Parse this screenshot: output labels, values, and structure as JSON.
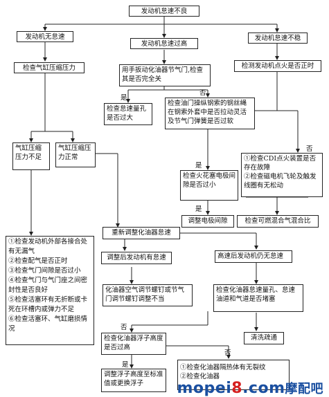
{
  "root": "发动机怠速不良",
  "left": {
    "head": "发动机无怠速",
    "check": "检查气缸压缩压力",
    "low": "气缸压缩压力不足",
    "normal": "气缸压缩压力正常",
    "causes": [
      "①检查发动机外部各接合处有无漏气",
      "②检查配气是否正时",
      "③检查气门间隙是否过小",
      "④检查气门与气门座之间密封性是否良好",
      "⑤检查活塞环有无折断或卡死在环槽内或弹力不足",
      "⑥检查活塞环、气缸磨损情况"
    ]
  },
  "middle": {
    "head": "发动机怠速过高",
    "check": "用手扳动化油器节气门,检查其是否完全关",
    "yes_box": "检查怠速量孔是否过大",
    "no_box": "检查油门操纵钢索的钢丝绳在钢索外套中是否拉动灵活及节气门弹簧是否过软"
  },
  "right": {
    "head": "发动机怠速不稳",
    "check": "检测发动机点火是否正时",
    "yes_box": "检查火花塞电极间隙是否过小",
    "no_box_1": "①检查CDI点火装置是否存在故障",
    "no_box_2": "②检查磁电机飞轮及触发线圈有无松动",
    "adjust": "调整电极间隙",
    "mixture": "检查可燃混合气混合比"
  },
  "lower": {
    "readjust": "重新调整化油器怠速",
    "after": "调整后发动机有怠速",
    "screw": "化油器空气调节螺钉或节气门调节螺钉调整不当",
    "high_idle": "高速后发动机仍无怠速",
    "orifice": "检查化油器怠速量孔、怠速油道和气道是否堵塞",
    "clean": "清洗疏通",
    "float": "检查化油器浮子高度是否过高",
    "float_fix": "调整浮子高度至标准值或更换浮子",
    "final_1": "①检查化油器隔热体有无裂纹",
    "final_2": "②检查化油器"
  },
  "labels": {
    "yes": "是",
    "no": "否"
  },
  "watermark": {
    "part1": "mopei",
    "part2": "8",
    "part3": ".com",
    "cn": "摩配吧"
  }
}
